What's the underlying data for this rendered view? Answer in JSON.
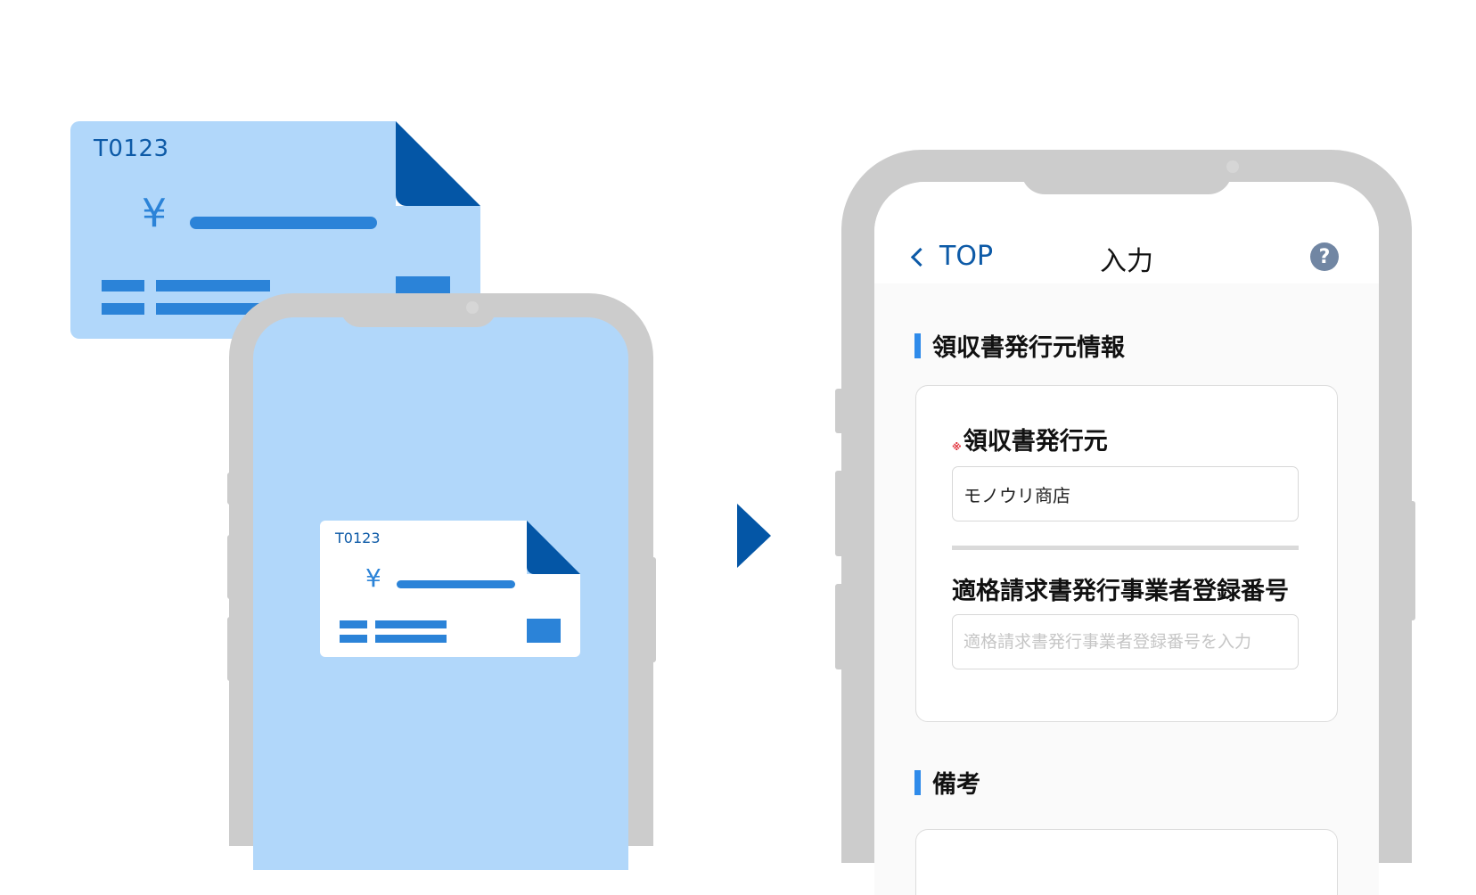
{
  "colors": {
    "light_blue": "#b1d7fa",
    "mid_blue": "#2b83d8",
    "dark_blue": "#0456a6",
    "frame_gray": "#cccccc",
    "accent_bar": "#2f8bea",
    "help_icon": "#7186a3",
    "required_mark": "#e0303a"
  },
  "illustration": {
    "receipt_large": {
      "code": "T0123",
      "currency_symbol": "¥"
    },
    "receipt_small": {
      "code": "T0123",
      "currency_symbol": "¥"
    },
    "arrow_icon": "triangle-right"
  },
  "phone_screen": {
    "header": {
      "back_label": "TOP",
      "back_icon": "chevron-left",
      "title": "入力",
      "help_icon": "?"
    },
    "sections": [
      {
        "title": "領収書発行元情報",
        "fields": [
          {
            "required_mark": "※",
            "label": "領収書発行元",
            "value": "モノウリ商店",
            "placeholder": ""
          },
          {
            "required_mark": "",
            "label": "適格請求書発行事業者登録番号",
            "value": "",
            "placeholder": "適格請求書発行事業者登録番号を入力"
          }
        ]
      },
      {
        "title": "備考"
      }
    ]
  }
}
